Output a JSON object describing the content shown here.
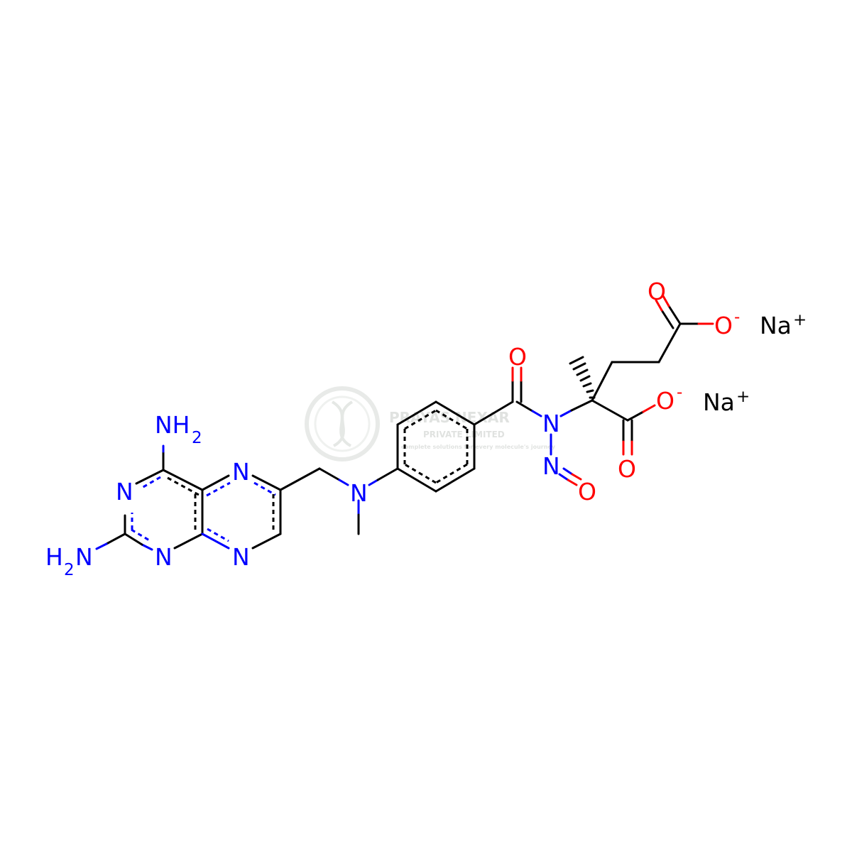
{
  "colors": {
    "carbon": "#000000",
    "nitrogen": "#0000ff",
    "oxygen": "#ff0000",
    "watermark": "#c8ccc8"
  },
  "atoms": {
    "nh2_top": "NH",
    "nh2_top_sub": "2",
    "n_ring_left": "N",
    "n_ring_bottom": "N",
    "n_pyrazine_top": "N",
    "n_pyrazine_bottom": "N",
    "h2n_left": "H",
    "h2n_left_sub": "2",
    "h2n_left_n": "N",
    "n_amine": "N",
    "o_carbonyl": "O",
    "n_amide": "N",
    "n_nitroso": "N",
    "o_nitroso": "O",
    "o_carboxyl_top_dbl": "O",
    "o_carboxyl_top_neg": "O",
    "o_carboxyl_top_charge": "-",
    "o_carboxyl_alpha_neg": "O",
    "o_carboxyl_alpha_charge": "-",
    "o_carboxyl_alpha_dbl": "O"
  },
  "counterions": [
    {
      "label": "Na",
      "charge": "+"
    },
    {
      "label": "Na",
      "charge": "+"
    }
  ],
  "watermark": {
    "line1": "PRAYAS NEXAR",
    "line2": "PRIVATE LIMITED",
    "line3": "complete solutions for every molecule's journey"
  }
}
